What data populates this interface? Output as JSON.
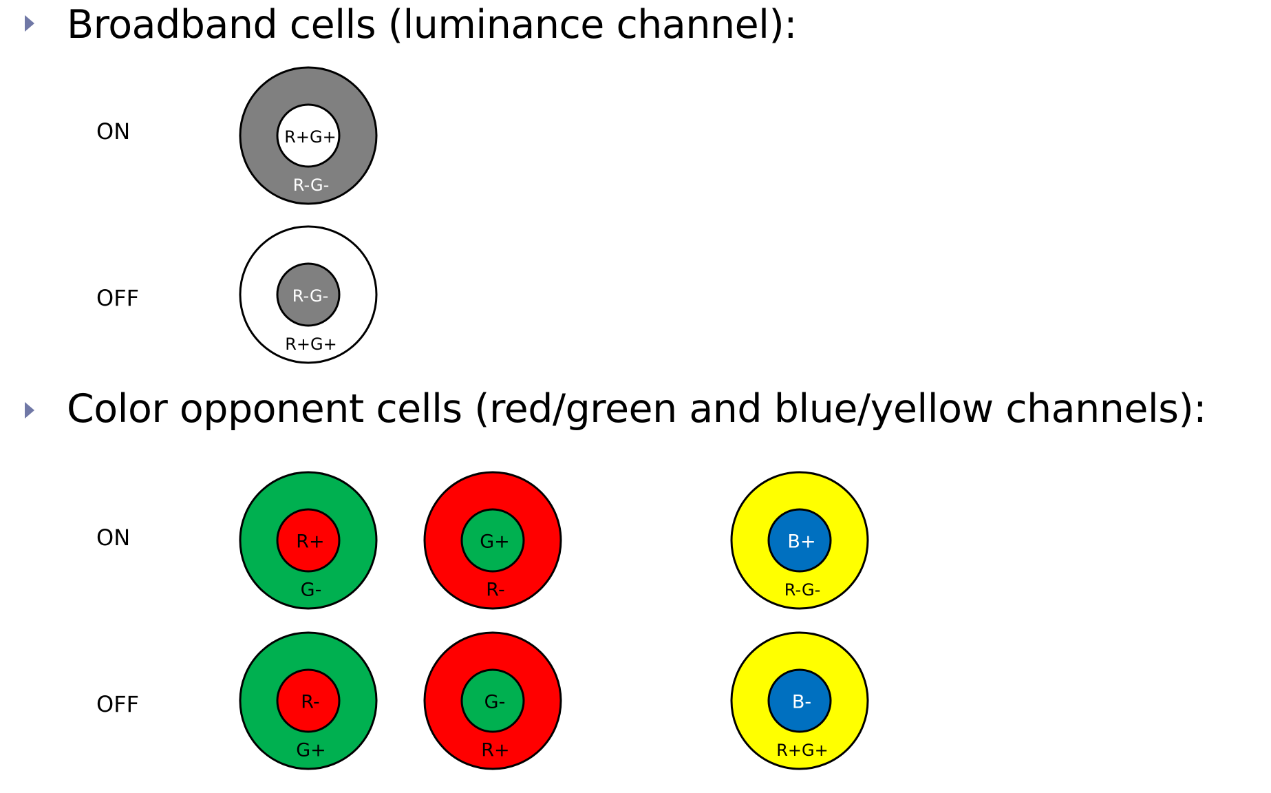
{
  "sections": [
    {
      "heading": "Broadband cells (luminance channel):",
      "rows": [
        {
          "label": "ON",
          "cells": [
            {
              "center_label": "R+G+",
              "surround_label": "R-G-",
              "center_color": "#ffffff",
              "surround_color": "#808080",
              "center_text_color": "#000000",
              "surround_text_color": "#ffffff"
            }
          ]
        },
        {
          "label": "OFF",
          "cells": [
            {
              "center_label": "R-G-",
              "surround_label": "R+G+",
              "center_color": "#808080",
              "surround_color": "#ffffff",
              "center_text_color": "#ffffff",
              "surround_text_color": "#000000"
            }
          ]
        }
      ]
    },
    {
      "heading": "Color opponent cells (red/green and blue/yellow channels):",
      "rows": [
        {
          "label": "ON",
          "cells": [
            {
              "center_label": "R+",
              "surround_label": "G-",
              "center_color": "#ff0000",
              "surround_color": "#00b050",
              "center_text_color": "#000000",
              "surround_text_color": "#000000"
            },
            {
              "center_label": "G+",
              "surround_label": "R-",
              "center_color": "#00b050",
              "surround_color": "#ff0000",
              "center_text_color": "#000000",
              "surround_text_color": "#000000"
            },
            {
              "center_label": "B+",
              "surround_label": "R-G-",
              "center_color": "#0070c0",
              "surround_color": "#ffff00",
              "center_text_color": "#ffffff",
              "surround_text_color": "#000000"
            }
          ]
        },
        {
          "label": "OFF",
          "cells": [
            {
              "center_label": "R-",
              "surround_label": "G+",
              "center_color": "#ff0000",
              "surround_color": "#00b050",
              "center_text_color": "#000000",
              "surround_text_color": "#000000"
            },
            {
              "center_label": "G-",
              "surround_label": "R+",
              "center_color": "#00b050",
              "surround_color": "#ff0000",
              "center_text_color": "#000000",
              "surround_text_color": "#000000"
            },
            {
              "center_label": "B-",
              "surround_label": "R+G+",
              "center_color": "#0070c0",
              "surround_color": "#ffff00",
              "center_text_color": "#ffffff",
              "surround_text_color": "#000000"
            }
          ]
        }
      ]
    }
  ],
  "colors": {
    "bullet": "#7078a6",
    "outline": "#000000"
  }
}
